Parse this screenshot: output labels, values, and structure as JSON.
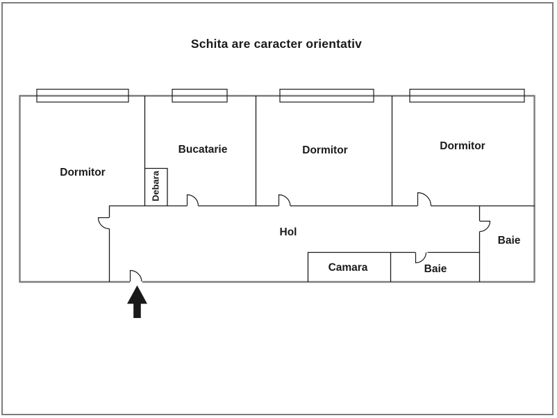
{
  "title": "Schita are caracter orientativ",
  "plan": {
    "labels": {
      "dormitor1": "Dormitor",
      "bucatarie": "Bucatarie",
      "debara": "Debara",
      "dormitor2": "Dormitor",
      "dormitor3": "Dormitor",
      "hol": "Hol",
      "camara": "Camara",
      "baie1": "Baie",
      "baie2": "Baie"
    },
    "colors": {
      "outer_wall": "#7c7c7c",
      "interior_wall": "#1a1a1a",
      "label_text": "#1a1a1a",
      "background": "#ffffff"
    },
    "window_count": 4,
    "door_count": 7,
    "entrance_marker": "arrow-up"
  }
}
